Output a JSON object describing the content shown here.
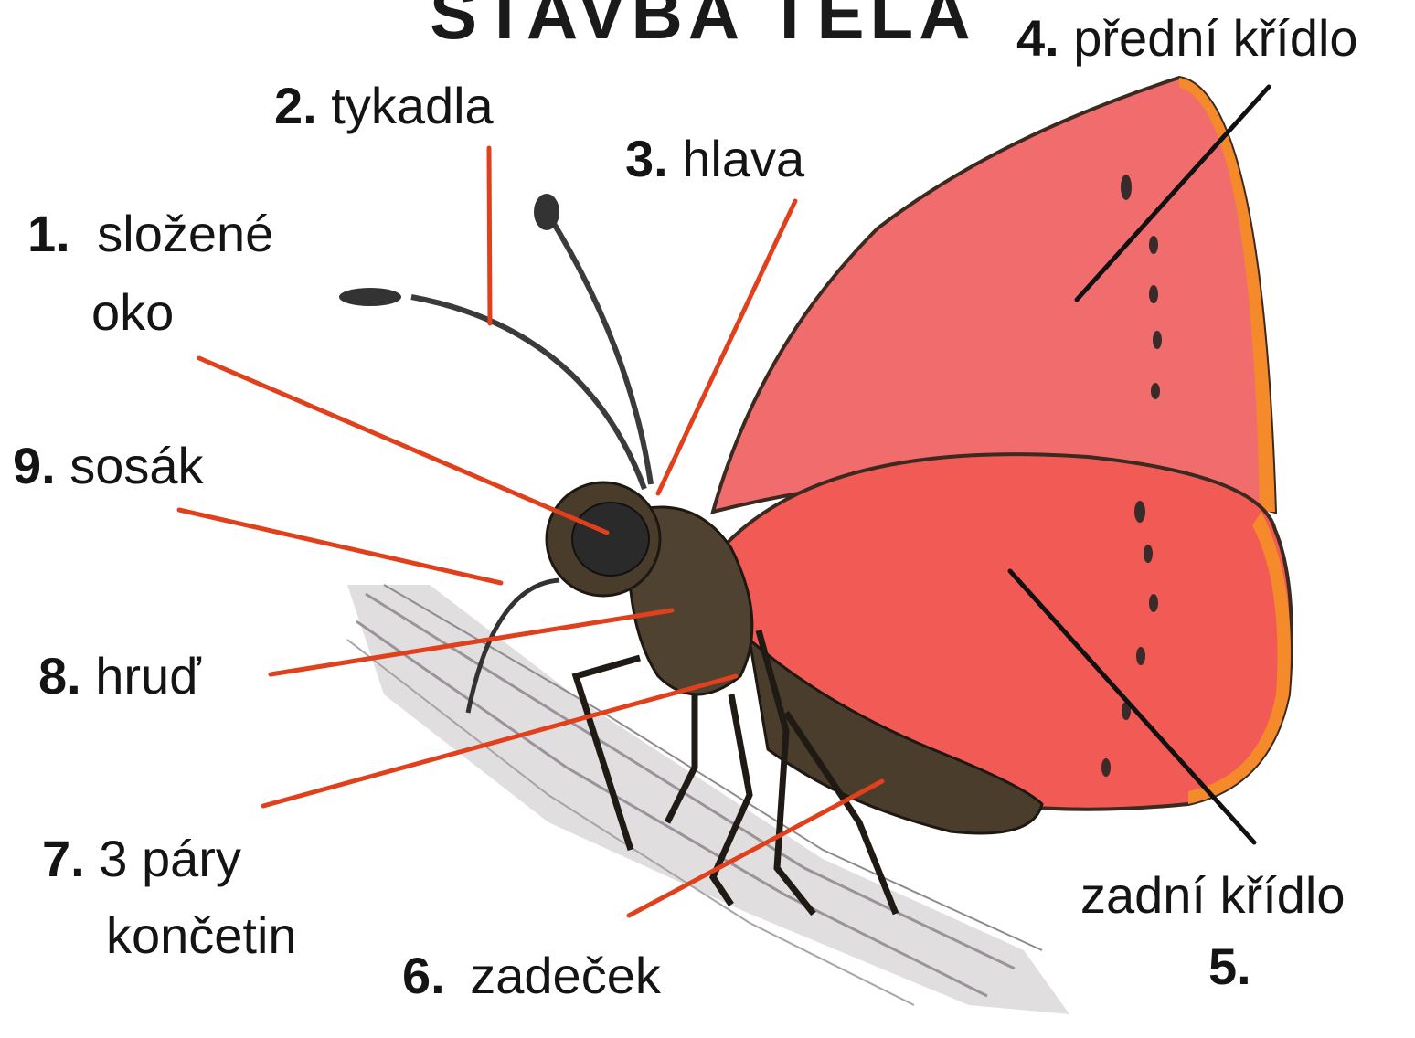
{
  "title": "STAVBA TĚLA",
  "labels": [
    {
      "id": "l1",
      "number": "1.",
      "text": "složené",
      "text2": "oko"
    },
    {
      "id": "l2",
      "number": "2.",
      "text": "tykadla"
    },
    {
      "id": "l3",
      "number": "3.",
      "text": "hlava"
    },
    {
      "id": "l4",
      "number": "4.",
      "text": "přední křídlo"
    },
    {
      "id": "l5",
      "number": "5.",
      "text": "zadní křídlo"
    },
    {
      "id": "l6",
      "number": "6.",
      "text": "zadeček"
    },
    {
      "id": "l7",
      "number": "7.",
      "text": "3 páry",
      "text2": "končetin"
    },
    {
      "id": "l8",
      "number": "8.",
      "text": "hruď"
    },
    {
      "id": "l9",
      "number": "9.",
      "text": "sosák"
    }
  ],
  "colors": {
    "pointer_body": "#e0401c",
    "pointer_wing": "#111111",
    "wing_fill": "#f07070",
    "wing_edge": "#f08a2a",
    "body": "#3b3226",
    "branch": "#b9b4b8"
  }
}
